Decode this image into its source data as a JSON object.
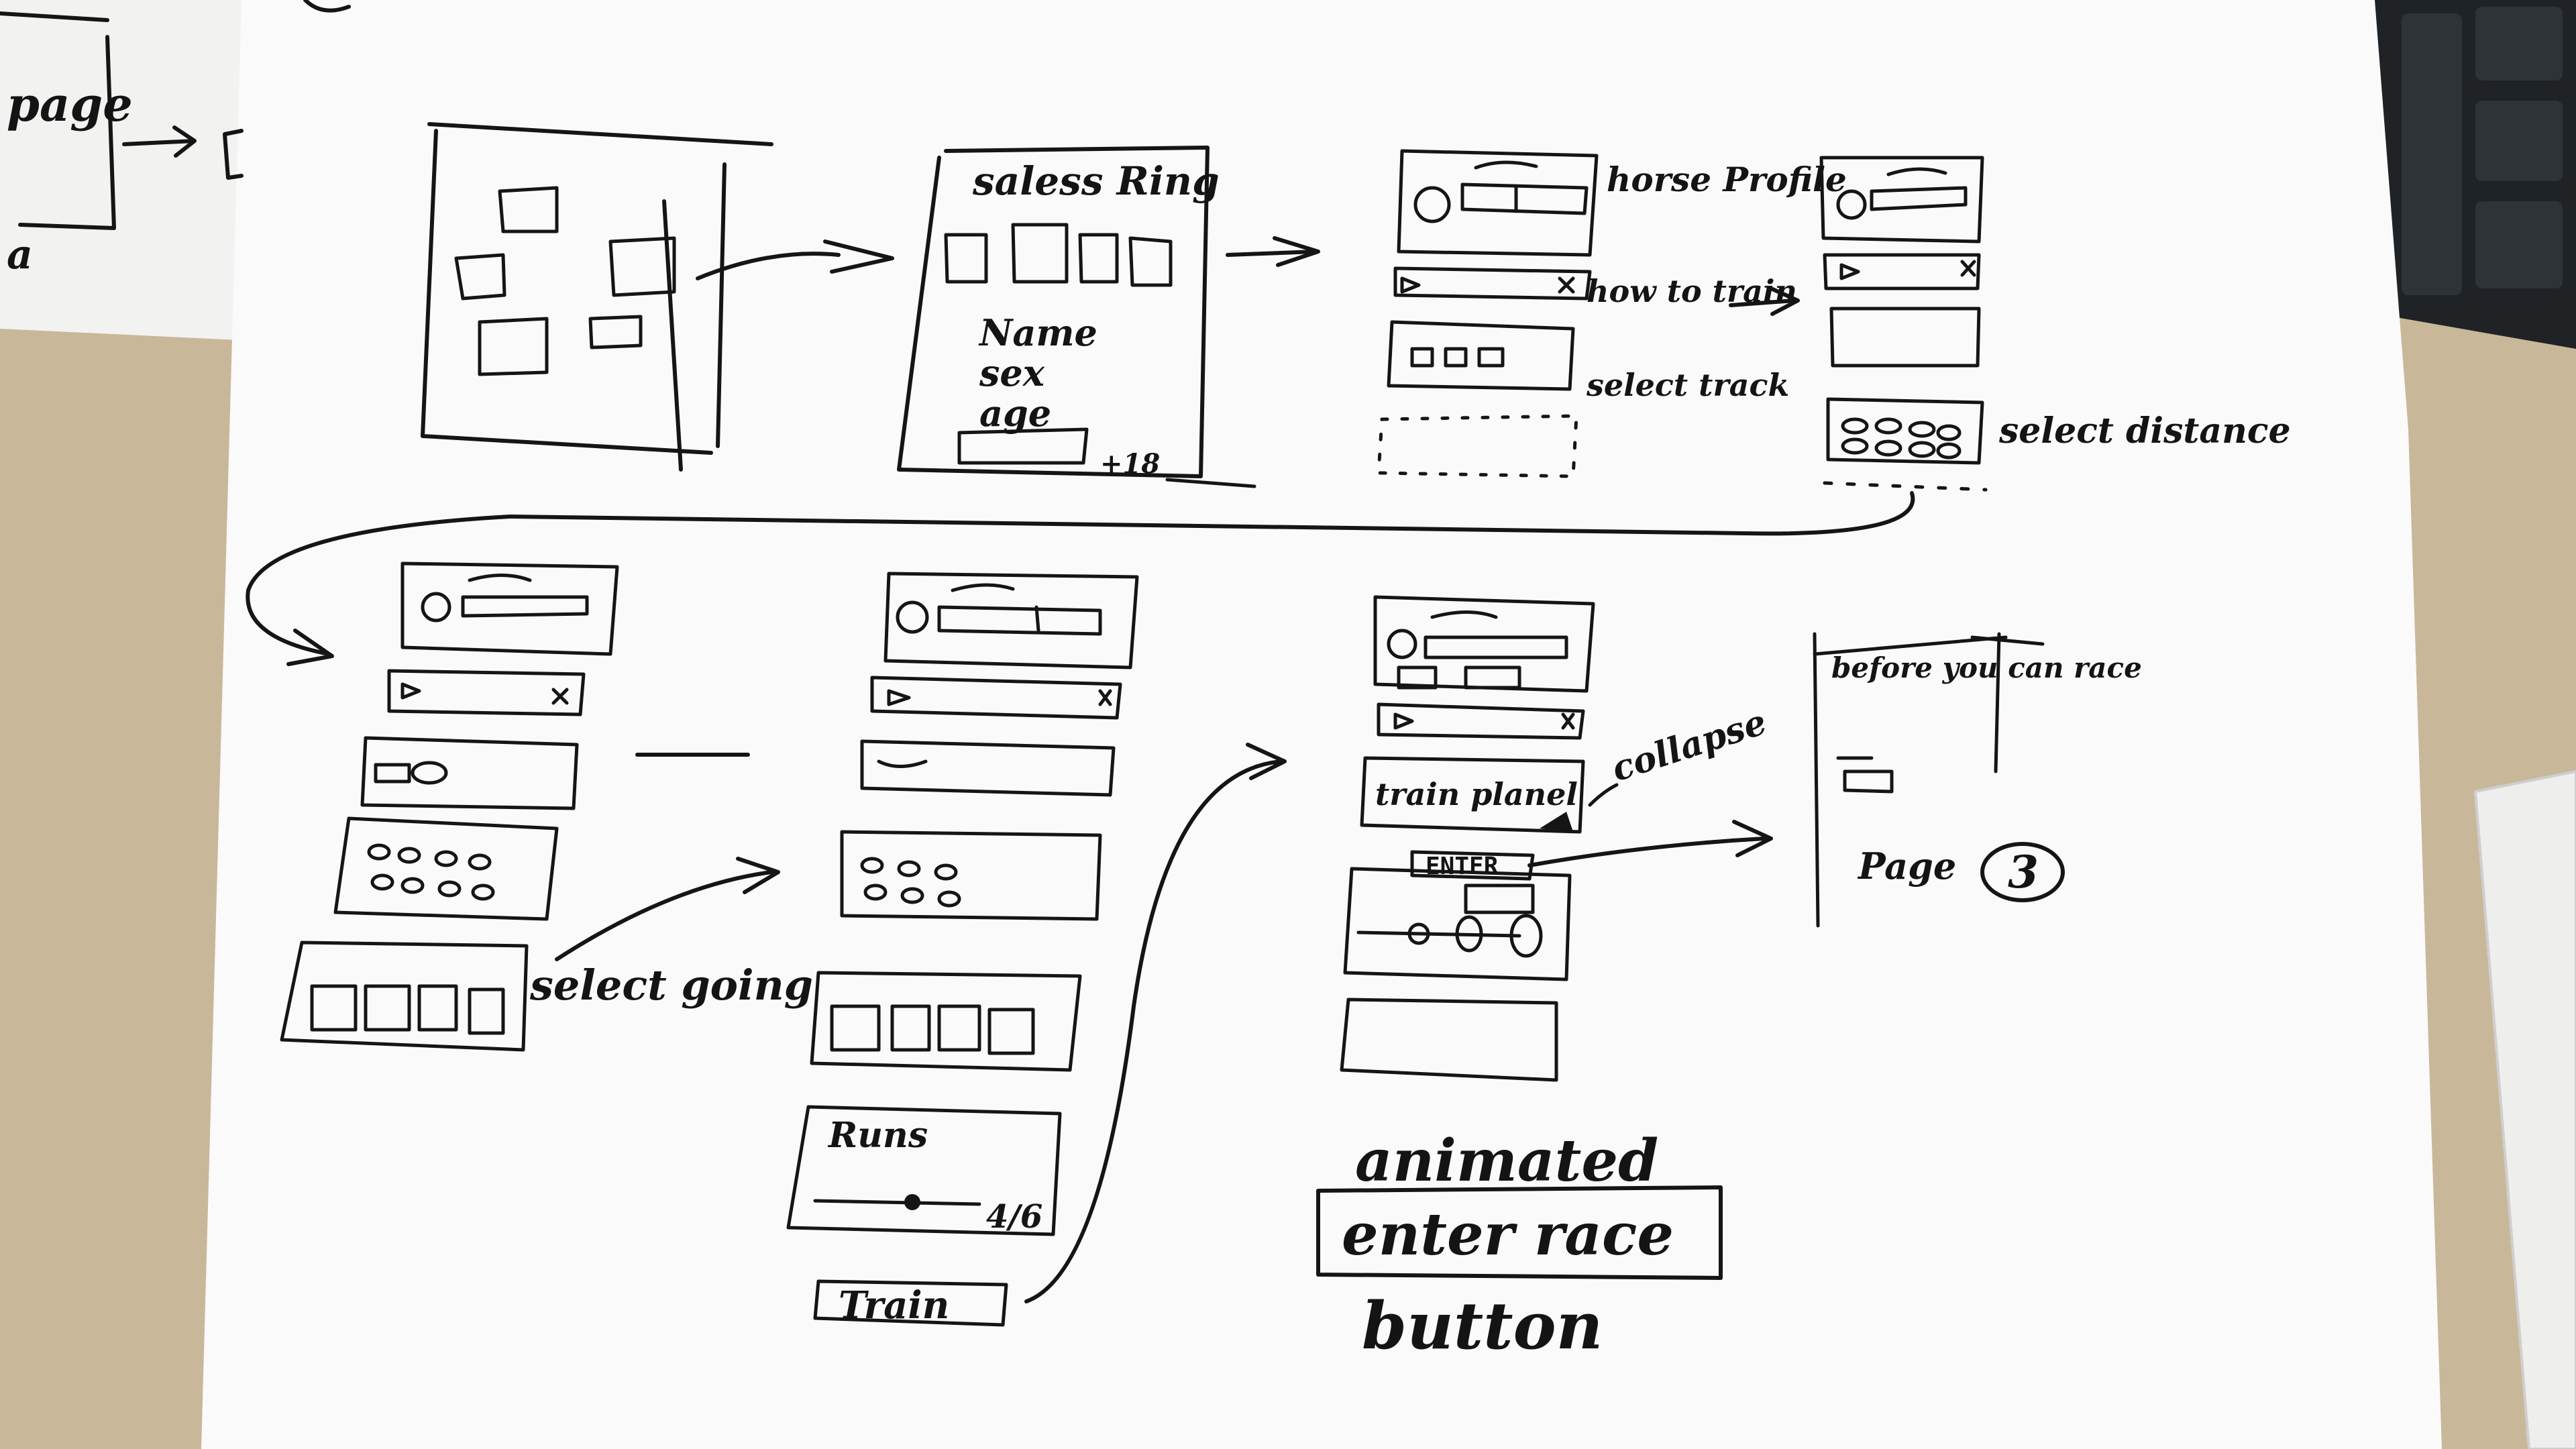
{
  "notes": {
    "prev_sheet": [
      "page",
      "a"
    ],
    "row1": {
      "title_sketch": "saless Ring",
      "form_fields": [
        "Name",
        "sex",
        "age"
      ],
      "age_hint": "+18",
      "horse_profile": "horse Profile",
      "how_to_train": "how to train",
      "select_track": "select track",
      "select_distance": "select distance"
    },
    "row2": {
      "select_going": "select going",
      "runs": "Runs",
      "runs_count": "4/6",
      "train_button": "Train",
      "train_planel": "train planel",
      "collapse": "collapse",
      "enter": "ENTER",
      "before_you_can_race": "before you can race",
      "page": "Page",
      "page_number": "3",
      "animated_enter_race": [
        "animated",
        "enter race",
        "button"
      ]
    }
  },
  "colors": {
    "paper": "#fafafa",
    "back_sheet": "#f2f2f0",
    "desk": "#c9b79a",
    "ink": "#151515",
    "keyboard": "#1f2326"
  }
}
